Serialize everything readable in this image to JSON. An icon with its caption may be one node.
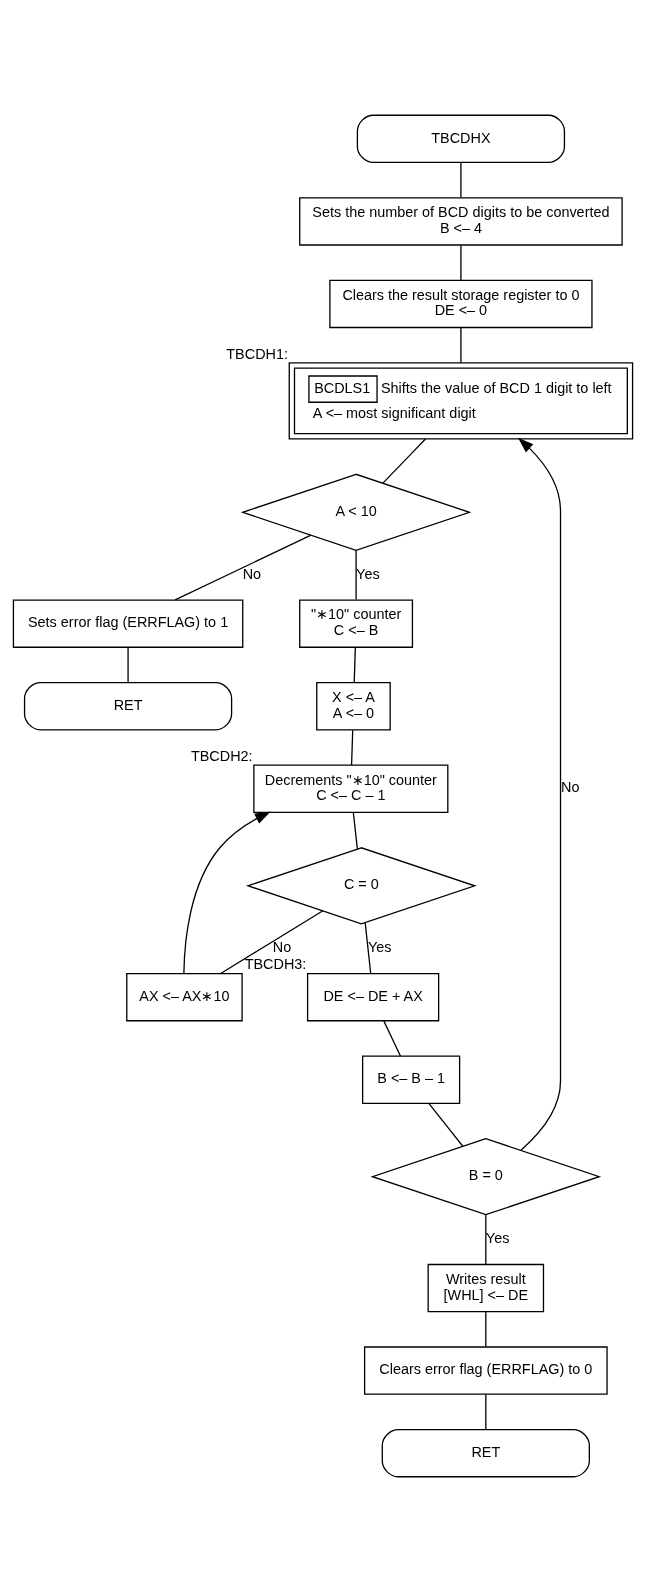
{
  "diagram": {
    "nodes": [
      {
        "text": [
          "TBCDHX"
        ]
      },
      {
        "text": [
          "Sets the number of BCD digits to be converted",
          "B <– 4"
        ]
      },
      {
        "text": [
          "Clears the result storage register to 0",
          "DE <– 0"
        ]
      },
      {
        "text": [
          "BCDLS1",
          "Shifts the value of BCD 1 digit to left",
          "A <– most significant digit"
        ],
        "beside": [
          "TBCDH1:"
        ]
      },
      {
        "text": [
          "A < 10"
        ]
      },
      {
        "text": [
          "\"∗10\" counter",
          "C <– B"
        ]
      },
      {
        "text": [
          "Sets error flag (ERRFLAG) to 1"
        ]
      },
      {
        "text": [
          "RET"
        ]
      },
      {
        "text": [
          "X <– A",
          "A <– 0"
        ]
      },
      {
        "text": [
          "Decrements \"∗10\" counter",
          "C <– C – 1"
        ],
        "beside": [
          "TBCDH2:"
        ]
      },
      {
        "text": [
          "C = 0"
        ]
      },
      {
        "text": [
          "AX <– AX∗10"
        ]
      },
      {
        "text": [
          "DE <– DE + AX"
        ],
        "beside": [
          "TBCDH3:"
        ]
      },
      {
        "text": [
          "B <– B – 1"
        ]
      },
      {
        "text": [
          "B = 0"
        ]
      },
      {
        "text": [
          "Writes result",
          "[WHL] <– DE"
        ]
      },
      {
        "text": [
          "Clears error flag (ERRFLAG) to 0"
        ]
      },
      {
        "text": [
          "RET"
        ]
      }
    ],
    "edges": [
      {
        "from": 0,
        "to": 1,
        "arrow": "none"
      },
      {
        "from": 1,
        "to": 2,
        "arrow": "none"
      },
      {
        "from": 2,
        "to": 3,
        "arrow": "none"
      },
      {
        "from": 3,
        "to": 4,
        "arrow": "none"
      },
      {
        "from": 4,
        "to": 5,
        "arrow": "none",
        "label": "Yes"
      },
      {
        "from": 4,
        "to": 6,
        "arrow": "none",
        "label": "No"
      },
      {
        "from": 6,
        "to": 7,
        "arrow": "none"
      },
      {
        "from": 5,
        "to": 8,
        "arrow": "none"
      },
      {
        "from": 8,
        "to": 9,
        "arrow": "none"
      },
      {
        "from": 9,
        "to": 10,
        "arrow": "none"
      },
      {
        "from": 10,
        "to": 11,
        "arrow": "none",
        "label": "No"
      },
      {
        "from": 11,
        "to": 9,
        "arrow": "to"
      },
      {
        "from": 10,
        "to": 12,
        "arrow": "none",
        "label": "Yes"
      },
      {
        "from": 12,
        "to": 13,
        "arrow": "none"
      },
      {
        "from": 13,
        "to": 14,
        "arrow": "none"
      },
      {
        "from": 14,
        "to": 3,
        "arrow": "to",
        "label": "No"
      },
      {
        "from": 14,
        "to": 15,
        "arrow": "none",
        "label": "Yes"
      },
      {
        "from": 15,
        "to": 16,
        "arrow": "none"
      },
      {
        "from": 16,
        "to": 17,
        "arrow": "none"
      }
    ]
  }
}
